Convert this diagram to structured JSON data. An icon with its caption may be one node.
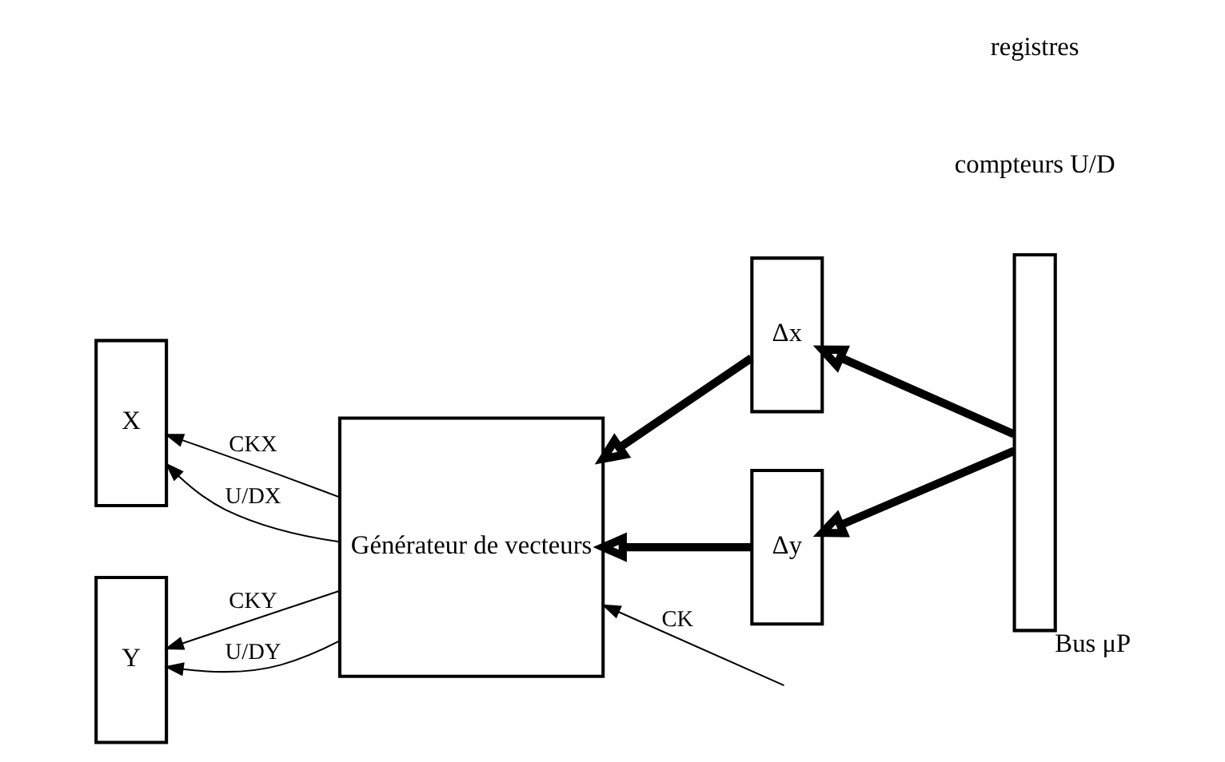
{
  "diagram": {
    "nodes": [
      {
        "text": [
          "X"
        ]
      },
      {
        "text": [
          "Y"
        ]
      },
      {
        "text": [
          "Générateur de vecteurs"
        ]
      },
      {
        "text": [
          "Δx"
        ]
      },
      {
        "text": [
          "Δy"
        ]
      },
      {
        "text": [],
        "shape": "bar",
        "beside": [
          "Bus μP"
        ]
      }
    ],
    "edges": [
      {
        "from": 2,
        "to": 0,
        "arrow": "to",
        "label": "CKX"
      },
      {
        "from": 2,
        "to": 0,
        "arrow": "to",
        "label": "U/DX"
      },
      {
        "from": 2,
        "to": 1,
        "arrow": "to",
        "label": "CKY"
      },
      {
        "from": 2,
        "to": 1,
        "arrow": "to",
        "label": "U/DY"
      },
      {
        "from": 3,
        "to": 2,
        "arrow": "to",
        "style": "thick"
      },
      {
        "from": 4,
        "to": 2,
        "arrow": "to",
        "style": "thick"
      },
      {
        "from": 5,
        "to": 3,
        "arrow": "to",
        "style": "thick"
      },
      {
        "from": 5,
        "to": 4,
        "arrow": "to",
        "style": "thick"
      },
      {
        "from": null,
        "to": 2,
        "arrow": "to",
        "label": "CK"
      }
    ],
    "labels": [
      "compteurs U/D",
      "registres"
    ]
  }
}
